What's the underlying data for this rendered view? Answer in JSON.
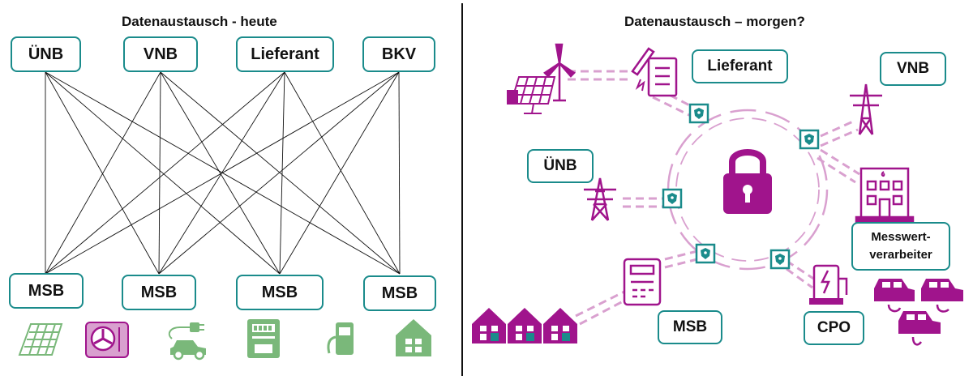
{
  "left": {
    "title": "Datenaustausch - heute",
    "top_roles": [
      "ÜNB",
      "VNB",
      "Lieferant",
      "BKV"
    ],
    "bottom_roles": [
      "MSB",
      "MSB",
      "MSB",
      "MSB"
    ],
    "device_icons": [
      "solar-panel-icon",
      "heat-pump-icon",
      "electric-car-icon",
      "electricity-meter-icon",
      "charging-station-icon",
      "house-icon"
    ]
  },
  "right": {
    "title": "Datenaustausch – morgen?",
    "roles": {
      "lieferant": "Lieferant",
      "vnb": "VNB",
      "uenb": "ÜNB",
      "messwert_line1": "Messwert-",
      "messwert_line2": "verarbeiter",
      "msb": "MSB",
      "cpo": "CPO"
    },
    "central_icon": "padlock-icon",
    "node_icon": "shield-icon"
  },
  "colors": {
    "teal": "#1a8b8b",
    "green": "#7ab87a",
    "magenta": "#a0148c",
    "magenta_light": "#d9a0cf"
  }
}
